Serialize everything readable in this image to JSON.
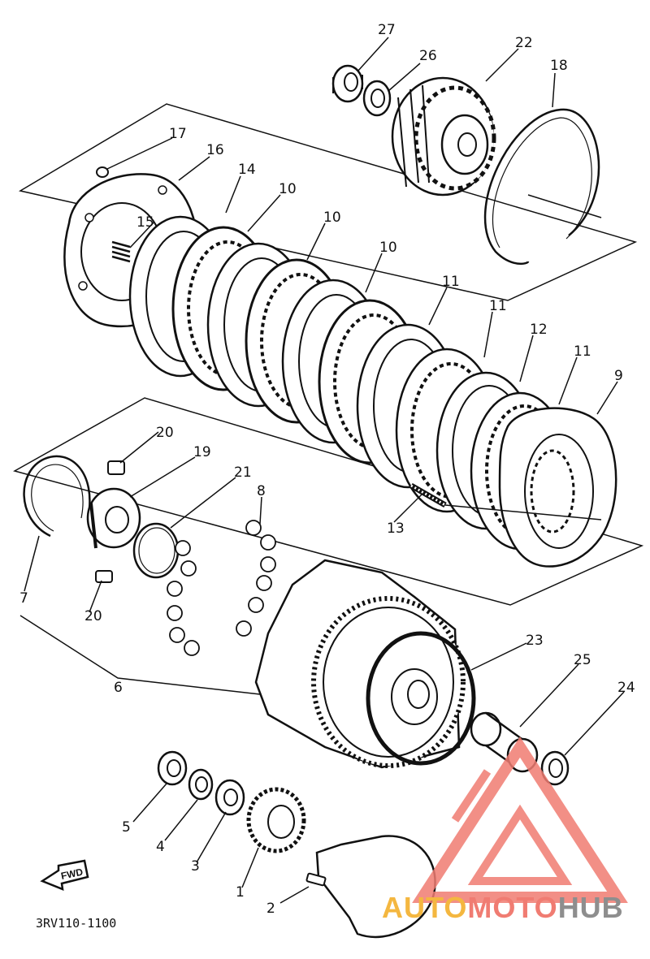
{
  "diagram": {
    "drawing_code": "3RV110-1100",
    "direction_label": "FWD",
    "callouts": [
      "1",
      "2",
      "3",
      "4",
      "5",
      "6",
      "7",
      "8",
      "9",
      "10",
      "10",
      "10",
      "11",
      "11",
      "11",
      "12",
      "13",
      "14",
      "15",
      "16",
      "17",
      "18",
      "19",
      "20",
      "20",
      "21",
      "22",
      "23",
      "24",
      "25",
      "26",
      "27"
    ]
  },
  "watermark": {
    "parts": [
      "AUTO",
      "MOTO",
      "HUB"
    ],
    "colors": {
      "triangle": "#f07c72",
      "auto": "#f4b740",
      "moto": "#f07c72",
      "hub": "#8e8e8e"
    }
  },
  "colors": {
    "line": "#111111",
    "background": "#ffffff"
  }
}
